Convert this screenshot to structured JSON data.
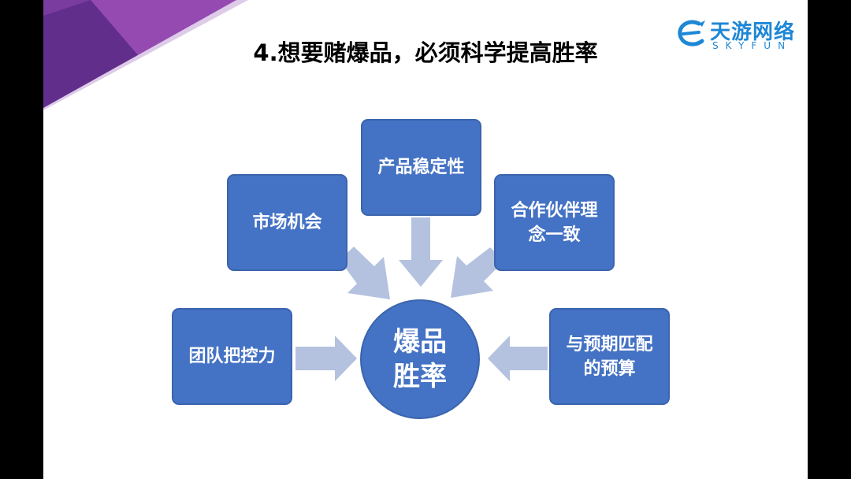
{
  "slide": {
    "title": "4.想要赌爆品，必须科学提高胜率"
  },
  "logo": {
    "name_cn": "天游网络",
    "name_en": "SKYFUN"
  },
  "colors": {
    "box_fill": "#4472c4",
    "arrow_fill": "#b4c2df",
    "logo": "#1e87d6",
    "corner_dark": "#5b2a86",
    "corner_light": "#9b4db5"
  },
  "diagram": {
    "center": "爆品\n胜率",
    "nodes": {
      "top": "产品稳定性",
      "upper_left": "市场机会",
      "upper_right": "合作伙伴理\n念一致",
      "left": "团队把控力",
      "right": "与预期匹配\n的预算"
    }
  }
}
